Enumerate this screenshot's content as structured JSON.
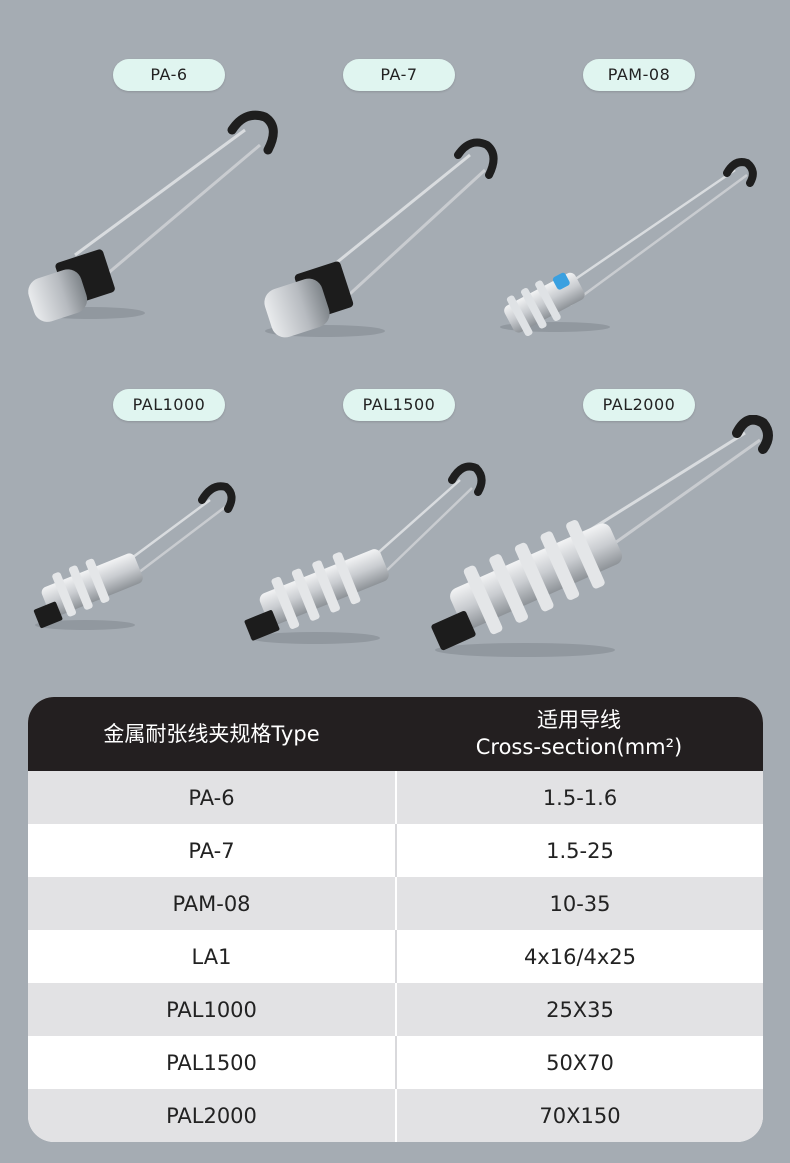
{
  "products": [
    {
      "label": "PA-6"
    },
    {
      "label": "PA-7"
    },
    {
      "label": "PAM-08"
    },
    {
      "label": "PAL1000"
    },
    {
      "label": "PAL1500"
    },
    {
      "label": "PAL2000"
    }
  ],
  "table": {
    "header_col1": "金属耐张线夹规格Type",
    "header_col2_line1": "适用导线",
    "header_col2_line2": "Cross-section(mm²)",
    "rows": [
      {
        "type": "PA-6",
        "section": "1.5-1.6"
      },
      {
        "type": "PA-7",
        "section": "1.5-25"
      },
      {
        "type": "PAM-08",
        "section": "10-35"
      },
      {
        "type": "LA1",
        "section": "4x16/4x25"
      },
      {
        "type": "PAL1000",
        "section": "25X35"
      },
      {
        "type": "PAL1500",
        "section": "50X70"
      },
      {
        "type": "PAL2000",
        "section": "70X150"
      }
    ]
  },
  "colors": {
    "background": "#a5acb3",
    "pill": "#e0f5f0",
    "table_header": "#231f20",
    "row_alt": "#e2e2e4"
  }
}
